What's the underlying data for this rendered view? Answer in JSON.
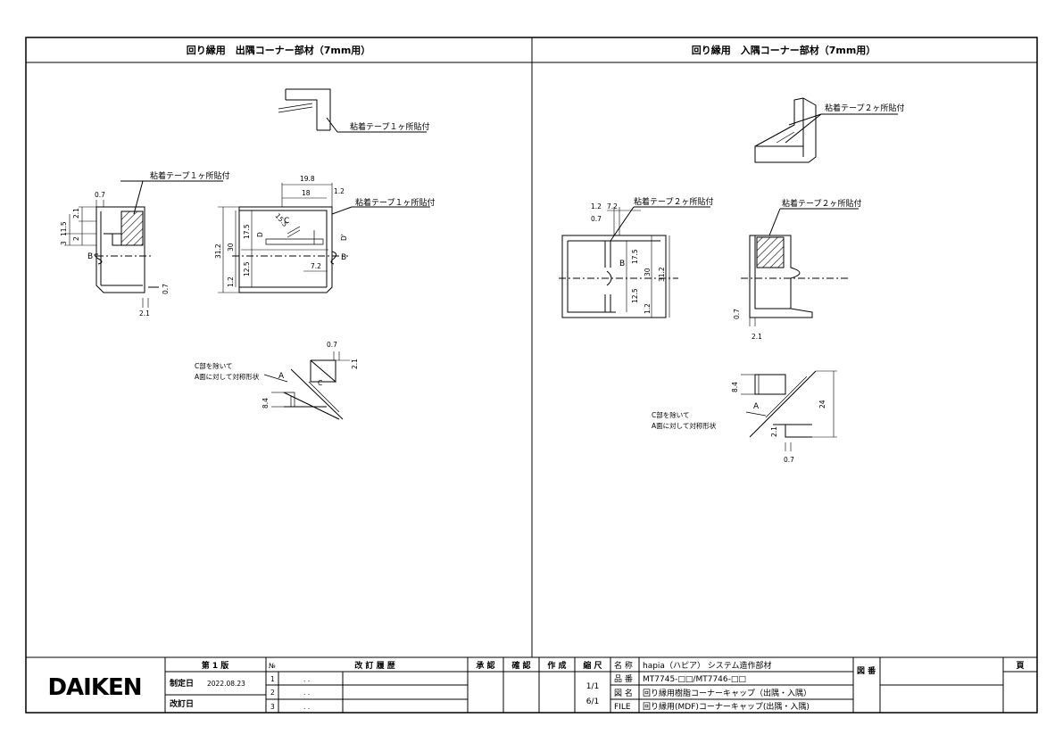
{
  "panels": {
    "left_title": "回り縁用　出隅コーナー部材（7mm用）",
    "right_title": "回り縁用　入隅コーナー部材（7mm用）"
  },
  "left_drawing": {
    "tape_top": "粘着テープ１ヶ所貼付",
    "tape_side": "粘着テープ１ヶ所貼付",
    "tape_front": "粘着テープ１ヶ所貼付",
    "side_dims": [
      "0.7",
      "2.1",
      "11.5",
      "2",
      "3",
      "2.1"
    ],
    "front_dims": [
      "19.8",
      "18",
      "1.2",
      "31.2",
      "30",
      "17.5",
      "12.5",
      "1.2",
      "7.2",
      "D",
      "D'",
      "C",
      "15.5"
    ],
    "marker_b": "B",
    "bottom_dims": [
      "0.7",
      "2.1",
      "8.4"
    ],
    "marker_a": "A",
    "marker_c": "C",
    "note_line1": "C部を除いて",
    "note_line2": "A面に対して対称形状"
  },
  "right_drawing": {
    "tape_top": "粘着テープ２ヶ所貼付",
    "tape_front": "粘着テープ２ヶ所貼付",
    "tape_side": "粘着テープ２ヶ所貼付",
    "front_dims": [
      "1.2",
      "7.2",
      "0.7",
      "17.5",
      "30",
      "31.2",
      "12.5",
      "1.2"
    ],
    "side_dims": [
      "0.7",
      "2.1"
    ],
    "marker_b": "B",
    "bottom_dims": [
      "8.4",
      "24",
      "2.1",
      "0.7"
    ],
    "marker_a": "A",
    "note_line1": "C部を除いて",
    "note_line2": "A面に対して対称形状"
  },
  "title_block": {
    "logo": "DAIKEN",
    "edition": "第 1 版",
    "created_label": "制定日",
    "created_date": "2022.08.23",
    "revised_label": "改訂日",
    "no_header": "№",
    "revision_header": "改 訂 履 歴",
    "rows": [
      {
        "no": "1",
        "date": ".  ."
      },
      {
        "no": "2",
        "date": ".  ."
      },
      {
        "no": "3",
        "date": ".  ."
      }
    ],
    "approve_header": "承 認",
    "check_header": "確 認",
    "draft_header": "作 成",
    "scale_header": "縮 尺",
    "scale_1": "1/1",
    "scale_2": "6/1",
    "name_label": "名 称",
    "name_value": "hapia（ハピア） システム造作部材",
    "part_label": "品 番",
    "part_value": "MT7745-□□/MT7746-□□",
    "drawing_name_label": "図 名",
    "drawing_name_value": "回り縁用樹脂コーナーキャップ（出隅・入隅）",
    "file_label": "FILE",
    "file_value": "回り縁用(MDF)コーナーキャップ(出隅・入隅)",
    "drawing_no_label": "図 番",
    "page_label": "頁"
  },
  "colors": {
    "line": "#000000",
    "hatch": "#000000",
    "background": "#ffffff"
  }
}
